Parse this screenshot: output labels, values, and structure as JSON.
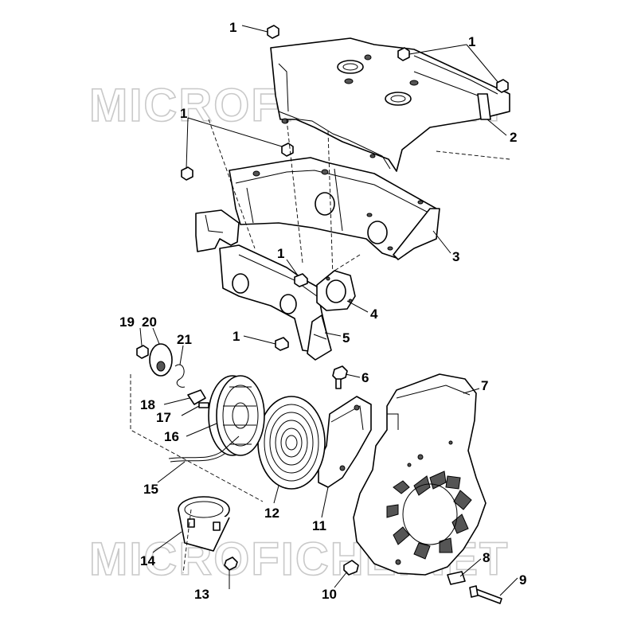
{
  "watermark": "MICROFICHE.NET",
  "callouts": [
    {
      "id": "c1a",
      "text": "1"
    },
    {
      "id": "c1b",
      "text": "1"
    },
    {
      "id": "c1c",
      "text": "1"
    },
    {
      "id": "c1d",
      "text": "1"
    },
    {
      "id": "c1e",
      "text": "1"
    },
    {
      "id": "c2",
      "text": "2"
    },
    {
      "id": "c3",
      "text": "3"
    },
    {
      "id": "c4",
      "text": "4"
    },
    {
      "id": "c5",
      "text": "5"
    },
    {
      "id": "c6",
      "text": "6"
    },
    {
      "id": "c7",
      "text": "7"
    },
    {
      "id": "c8",
      "text": "8"
    },
    {
      "id": "c9",
      "text": "9"
    },
    {
      "id": "c10",
      "text": "10"
    },
    {
      "id": "c11",
      "text": "11"
    },
    {
      "id": "c12",
      "text": "12"
    },
    {
      "id": "c13",
      "text": "13"
    },
    {
      "id": "c14",
      "text": "14"
    },
    {
      "id": "c15",
      "text": "15"
    },
    {
      "id": "c16",
      "text": "16"
    },
    {
      "id": "c17",
      "text": "17"
    },
    {
      "id": "c18",
      "text": "18"
    },
    {
      "id": "c19",
      "text": "19"
    },
    {
      "id": "c20",
      "text": "20"
    },
    {
      "id": "c21",
      "text": "21"
    }
  ]
}
